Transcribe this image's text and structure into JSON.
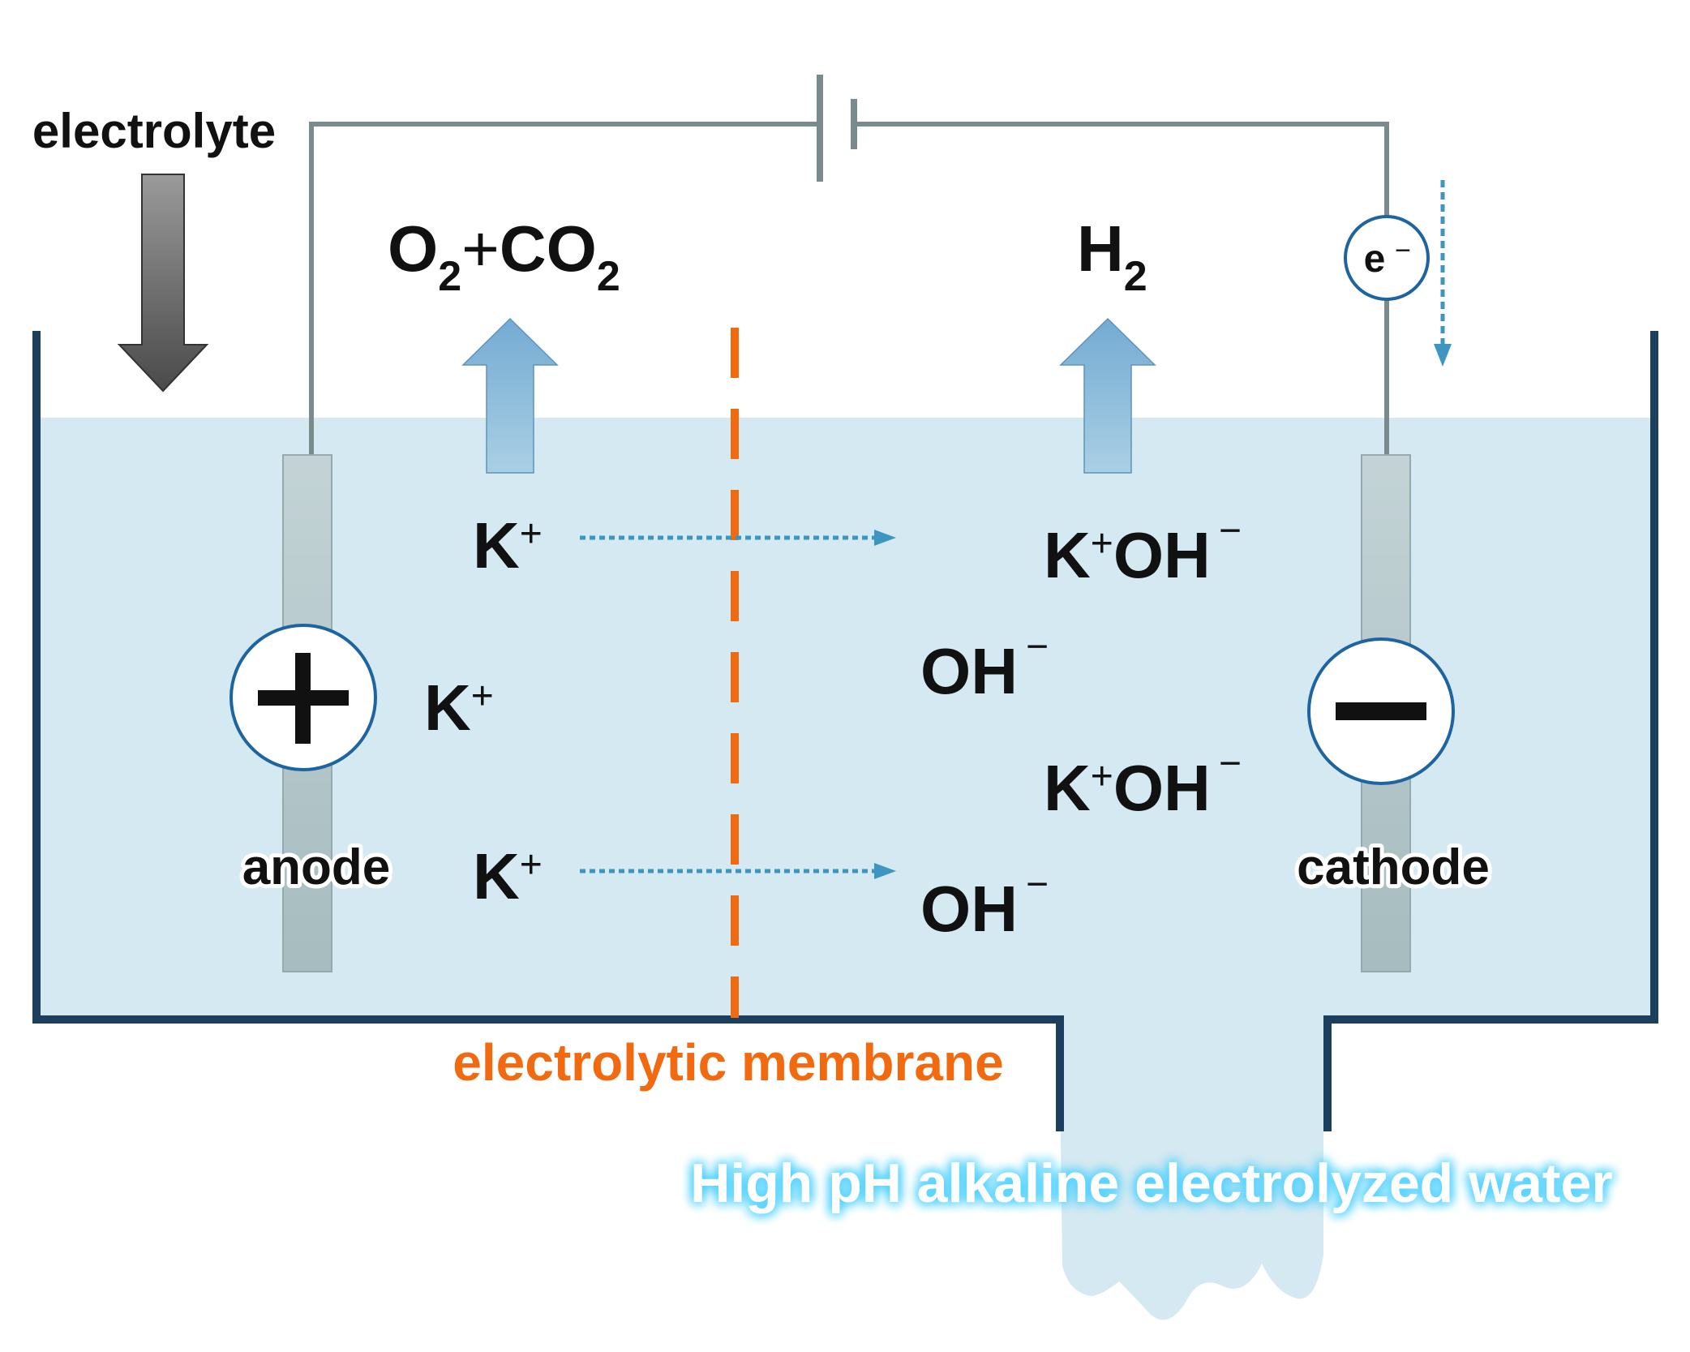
{
  "labels": {
    "electrolyte": "electrolyte",
    "anode": "anode",
    "cathode": "cathode",
    "membrane": "electrolytic membrane",
    "output": "High pH alkaline electrolyzed water",
    "electron": "e",
    "electron_charge": "−"
  },
  "gases": {
    "anode": {
      "o": "O",
      "o_sub": "2",
      "plus": "+",
      "co": "CO",
      "co_sub": "2"
    },
    "cathode": {
      "h": "H",
      "h_sub": "2"
    }
  },
  "ions": {
    "k": "K",
    "plus": "+",
    "oh": "OH",
    "minus": "−"
  },
  "electrodes": {
    "anode_symbol": "plus-symbol",
    "cathode_symbol": "minus-symbol"
  },
  "colors": {
    "tank_wall": "#1b3f5c",
    "water": "#d4e9f1",
    "wire": "#7a8b8d",
    "electrode": "#b6c8cc",
    "membrane": "#f26a10",
    "flow_arrow": "#3c96bf",
    "gas_arrow": "#8dbad8",
    "glow": "#6ed4ff"
  }
}
